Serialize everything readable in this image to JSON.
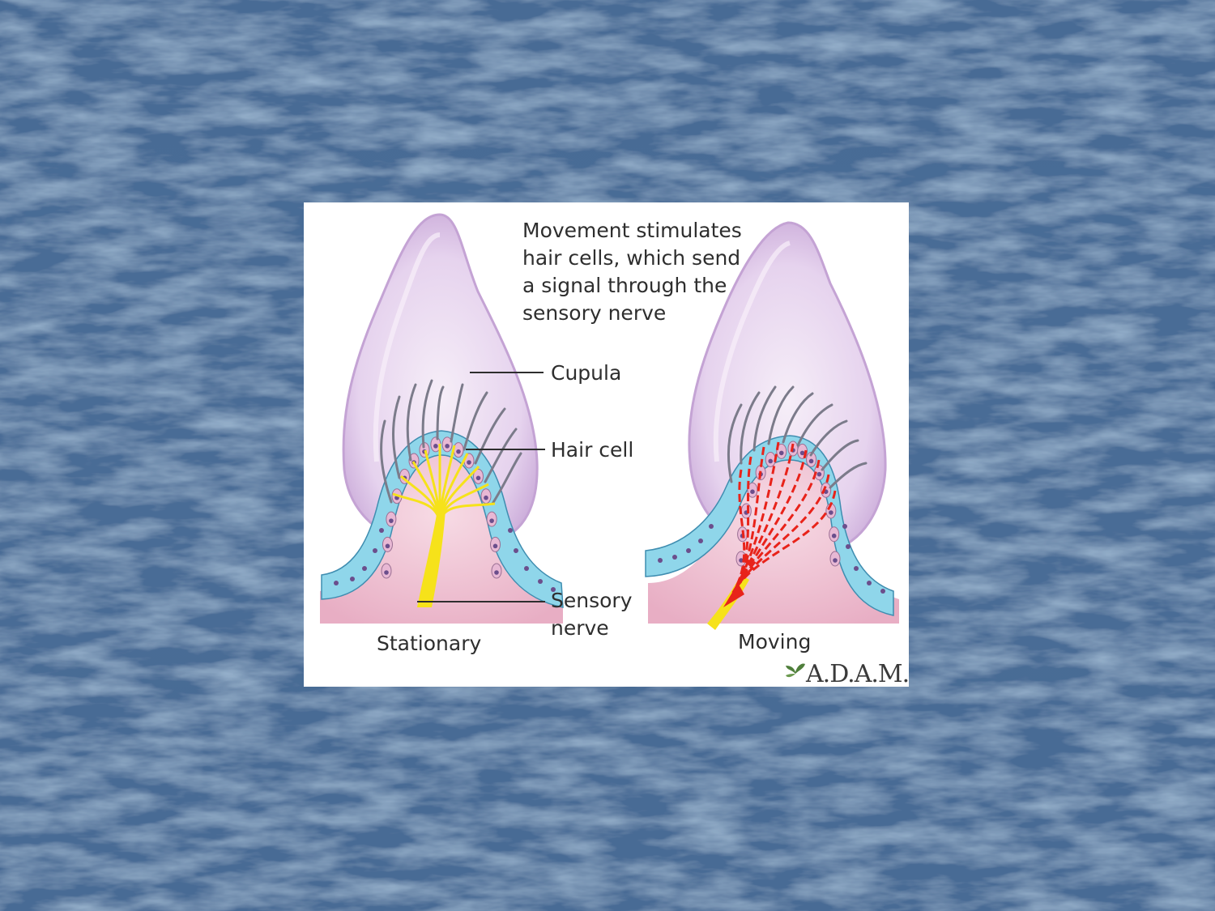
{
  "slide": {
    "background_color": "#4a6c96"
  },
  "figure": {
    "description_lines": [
      "Movement stimulates",
      "hair cells, which send",
      "a signal through the",
      "sensory nerve"
    ],
    "labels": {
      "cupula": "Cupula",
      "hair_cell": "Hair cell",
      "sensory_nerve_line1": "Sensory",
      "sensory_nerve_line2": "nerve"
    },
    "panels": {
      "left_caption": "Stationary",
      "right_caption": "Moving"
    },
    "logo": "A.D.A.M.",
    "colors": {
      "cupula": "#e2cdea",
      "cupula_edge": "#b99acb",
      "epithelium": "#8fd6ea",
      "nucleus": "#6b4e8c",
      "hair_cell": "#e8b8d4",
      "tissue": "#eebfd0",
      "nerve_stationary": "#f6e21a",
      "nerve_moving": "#e8231a"
    }
  }
}
